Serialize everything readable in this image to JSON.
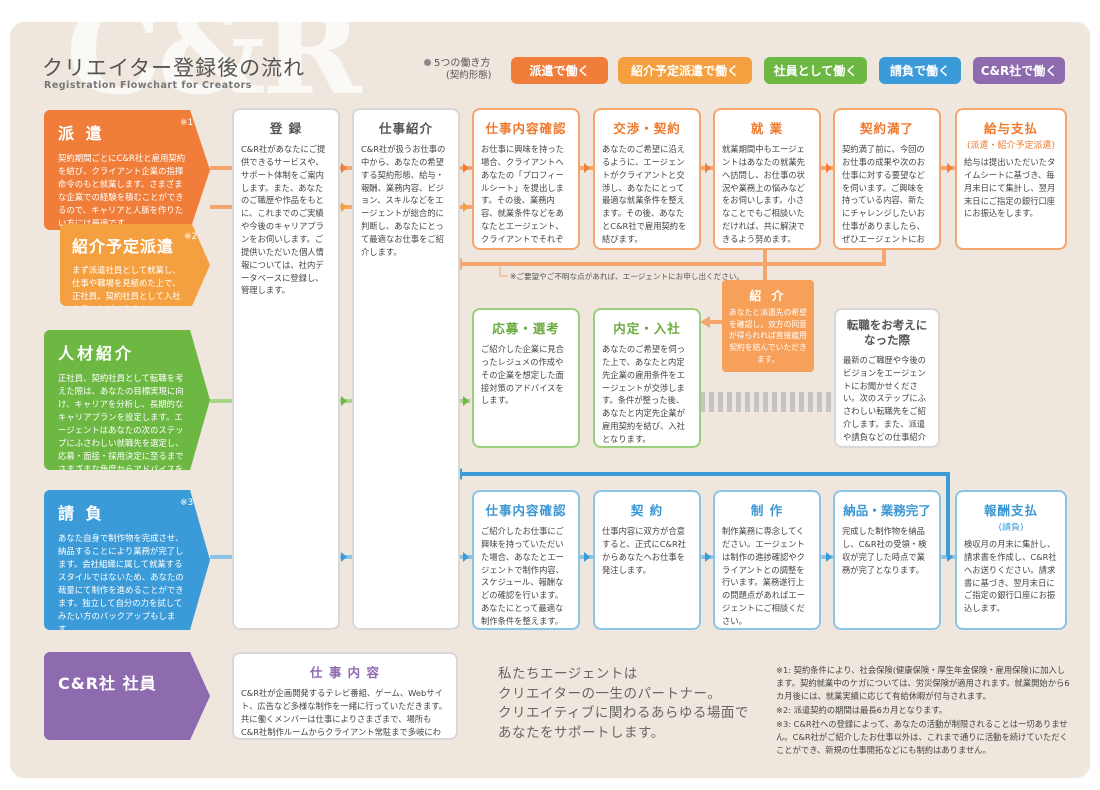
{
  "brand": {
    "watermark": "C&R"
  },
  "header": {
    "title": "クリエイター登録後の流れ",
    "subtitle": "Registration Flowchart for Creators",
    "legend_label": "5つの働き方",
    "legend_sub": "(契約形態)"
  },
  "legend": [
    {
      "label": "派遣で働く",
      "color": "#f07e3a"
    },
    {
      "label": "紹介予定派遣で働く",
      "color": "#f5a040"
    },
    {
      "label": "社員として働く",
      "color": "#6cb843"
    },
    {
      "label": "請負で働く",
      "color": "#3b9bd8"
    },
    {
      "label": "C&R社で働く",
      "color": "#8e6aae"
    }
  ],
  "categories": {
    "haken": {
      "name": "派 遣",
      "note": "※1",
      "desc": "契約期間ごとにC&R社と雇用契約を結び、クライアント企業の指揮命令のもと就業します。さまざまな企業での経験を積むことができるので、キャリアと人脈を作りたい方には最適です。",
      "color": "#f07e3a"
    },
    "shokai_haken": {
      "name": "紹介予定派遣",
      "note": "※2",
      "desc": "まず派遣社員として就業し、仕事や職場を見極めた上で、正社員、契約社員として入社することができます。",
      "color": "#f5a040"
    },
    "jinzai": {
      "name": "人材紹介",
      "desc": "正社員、契約社員として転職を考えた際は、あなたの目標実現に向け、キャリアを分析し、長期的なキャリアプランを設定します。エージェントはあなたの次のステップにふさわしい就職先を選定し、応募・面接・採用決定に至るまでさまざまな角度からアドバイスをします。",
      "color": "#6cb843"
    },
    "ukeoi": {
      "name": "請 負",
      "note": "※3",
      "desc": "あなた自身で制作物を完成させ、納品することにより業務が完了します。会社組織に属して就業するスタイルではないため、あなたの裁量にて制作を進めることができます。独立して自分の力を試してみたい方のバックアップもします。",
      "color": "#3b9bd8"
    },
    "shain": {
      "name": "C&R社 社員",
      "color": "#8e6aae"
    }
  },
  "boxes": {
    "toroku": {
      "title": "登 録",
      "desc": "C&R社があなたにご提供できるサービスや、サポート体制をご案内します。また、あなたのご職歴や作品をもとに、これまでのご実績や今後のキャリアプランをお伺いします。ご提供いただいた個人情報については、社内データベースに登録し、管理します。"
    },
    "shigoto_shokai": {
      "title": "仕事紹介",
      "desc": "C&R社が扱うお仕事の中から、あなたの希望する契約形態、給与・報酬、業務内容、ビジョン、スキルなどをエージェントが総合的に判断し、あなたにとって最適なお仕事をご紹介します。"
    },
    "naiyo_kakunin": {
      "title": "仕事内容確認",
      "desc": "お仕事に興味を持った場合、クライアントへあなたの「プロフィールシート」を提出します。その後、業務内容、就業条件などをあなたとエージェント、クライアントでそれぞれ確認します。"
    },
    "kosho": {
      "title": "交渉・契約",
      "desc": "あなたのご希望に沿えるように、エージェントがクライアントと交渉し、あなたにとって最適な就業条件を整えます。その後、あなたとC&R社で雇用契約を結びます。"
    },
    "shugyo": {
      "title": "就 業",
      "desc": "就業期間中もエージェントはあなたの就業先へ訪問し、お仕事の状況や業務上の悩みなどをお伺いします。小さなことでもご相談いただければ、共に解決できるよう努めます。"
    },
    "manryo": {
      "title": "契約満了",
      "desc": "契約満了前に、今回のお仕事の成果や次のお仕事に対する要望などを伺います。ご興味を持っている内容、新たにチャレンジしたいお仕事がありましたら、ぜひエージェントにお聞かせください。"
    },
    "kyuyo": {
      "title": "給与支払",
      "sub": "(派遣・紹介予定派遣)",
      "desc": "給与は提出いただいたタイムシートに基づき、毎月末日にて集計し、翌月末日にご指定の銀行口座にお振込をします。"
    },
    "oubo": {
      "title": "応募・選考",
      "desc": "ご紹介した企業に見合ったレジュメの作成やその企業を想定した面接対策のアドバイスをします。"
    },
    "naitei": {
      "title": "内定・入社",
      "desc": "あなたのご希望を伺った上で、あなたと内定先企業の雇用条件をエージェントが交渉します。条件が整った後、あなたと内定先企業が雇用契約を結び、入社となります。"
    },
    "tenshoku": {
      "title": "転職をお考えになった際",
      "desc": "最新のご職歴や今後のビジョンをエージェントにお聞かせください。次のステップにふさわしい転職先をご紹介します。また、派遣や請負などの仕事紹介希望も承ります。"
    },
    "u_naiyo": {
      "title": "仕事内容確認",
      "desc": "ご紹介したお仕事にご興味を持っていただいた場合、あなたとエージェントで制作内容、スケジュール、報酬などの確認を行います。あなたにとって最適な制作条件を整えます。"
    },
    "u_keiyaku": {
      "title": "契 約",
      "desc": "仕事内容に双方が合意すると、正式にC&R社からあなたへお仕事を発注します。"
    },
    "u_seisaku": {
      "title": "制 作",
      "desc": "制作業務に専念してください。エージェントは制作の進捗確認やクライアントとの調整を行います。業務遂行上の問題点があればエージェントにご相談ください。"
    },
    "u_nohin": {
      "title": "納品・業務完了",
      "desc": "完成した制作物を納品し、C&R社の受領・検収が完了した時点で業務が完了となります。"
    },
    "u_hoshu": {
      "title": "報酬支払",
      "sub": "(請負)",
      "desc": "検収月の月末に集計し、請求書を作成し、C&R社へお送りください。請求書に基づき、翌月末日にご指定の銀行口座にお振込します。"
    },
    "shain_naiyo": {
      "title": "仕 事 内 容",
      "desc": "C&R社が企画開発するテレビ番組、ゲーム、Webサイト、広告など多様な制作を一緒に行っていただきます。共に働くメンバーは仕事によりさまざまで、場所もC&R社制作ルームからクライアント常駐まで多岐にわたります。"
    }
  },
  "intro": {
    "title": "紹 介",
    "desc": "あなたと派遣先の希望を確認し、双方の同意が得られれば直接雇用契約を結んでいただきます。"
  },
  "consult_note": "※ご要望やご不明な点があれば、エージェントにお申し出ください。",
  "agent_message": [
    "私たちエージェントは",
    "クリエイターの一生のパートナー。",
    "クリエイティブに関わるあらゆる場面で",
    "あなたをサポートします。"
  ],
  "footnotes": [
    "※1: 契約条件により、社会保険(健康保険・厚生年金保険・雇用保険)に加入します。契約就業中のケガについては、労災保険が適用されます。就業開始から6カ月後には、就業実績に応じて有給休暇が付与されます。",
    "※2: 派遣契約の期間は最長6カ月となります。",
    "※3: C&R社への登録によって、あなたの活動が制限されることは一切ありません。C&R社がご紹介したお仕事以外は、これまで通りに活動を続けていただくことができ、新規の仕事開拓などにも制約はありません。"
  ]
}
